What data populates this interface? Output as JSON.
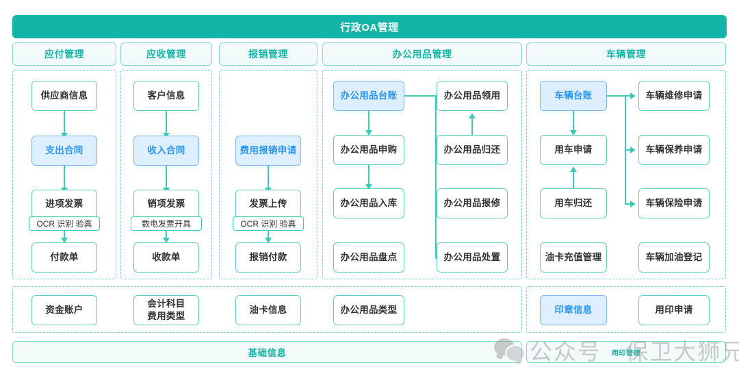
{
  "header": {
    "title": "行政OA管理"
  },
  "columns": [
    {
      "id": "payable",
      "label": "应付管理"
    },
    {
      "id": "receivable",
      "label": "应收管理"
    },
    {
      "id": "expense",
      "label": "报销管理"
    },
    {
      "id": "supplies",
      "label": "办公用品管理"
    },
    {
      "id": "vehicle",
      "label": "车辆管理"
    }
  ],
  "nodes": {
    "payable": [
      {
        "label": "供应商信息",
        "style": "plain"
      },
      {
        "label": "支出合同",
        "style": "blue"
      },
      {
        "label": "进项发票",
        "style": "plain",
        "sub": "OCR 识别 验真"
      },
      {
        "label": "付款单",
        "style": "plain"
      }
    ],
    "receivable": [
      {
        "label": "客户信息",
        "style": "plain"
      },
      {
        "label": "收入合同",
        "style": "blue"
      },
      {
        "label": "销项发票",
        "style": "plain",
        "sub": "数电发票开具"
      },
      {
        "label": "收款单",
        "style": "plain"
      }
    ],
    "expense": [
      {
        "label": "费用报销申请",
        "style": "blue"
      },
      {
        "label": "发票上传",
        "style": "plain",
        "sub": "OCR 识别 验真"
      },
      {
        "label": "报销付款",
        "style": "plain"
      }
    ],
    "supplies_left": [
      {
        "label": "办公用品台账",
        "style": "blue"
      },
      {
        "label": "办公用品申购",
        "style": "plain"
      },
      {
        "label": "办公用品入库",
        "style": "plain"
      },
      {
        "label": "办公用品盘点",
        "style": "plain"
      }
    ],
    "supplies_right": [
      {
        "label": "办公用品领用",
        "style": "plain"
      },
      {
        "label": "办公用品归还",
        "style": "plain"
      },
      {
        "label": "办公用品报修",
        "style": "plain"
      },
      {
        "label": "办公用品处置",
        "style": "plain"
      }
    ],
    "vehicle_left": [
      {
        "label": "车辆台账",
        "style": "blue"
      },
      {
        "label": "用车申请",
        "style": "plain"
      },
      {
        "label": "用车归还",
        "style": "plain"
      },
      {
        "label": "油卡充值管理",
        "style": "plain"
      }
    ],
    "vehicle_right": [
      {
        "label": "车辆维修申请",
        "style": "plain"
      },
      {
        "label": "车辆保养申请",
        "style": "plain"
      },
      {
        "label": "车辆保险申请",
        "style": "plain"
      },
      {
        "label": "车辆加油登记",
        "style": "plain"
      }
    ]
  },
  "basic_row": [
    {
      "label": "资金账户",
      "style": "plain"
    },
    {
      "label": "会计科目\n费用类型",
      "line1": "会计科目",
      "line2": "费用类型",
      "style": "plain"
    },
    {
      "label": "油卡信息",
      "style": "plain"
    },
    {
      "label": "办公用品类型",
      "style": "plain"
    },
    {
      "label": "印章信息",
      "style": "blue"
    },
    {
      "label": "用印申请",
      "style": "plain"
    }
  ],
  "footers": [
    {
      "id": "basic-info",
      "label": "基础信息"
    },
    {
      "id": "seal-mgmt",
      "label": "用印管理"
    }
  ],
  "watermark": {
    "text": "公众号 · 保卫大狮兄"
  },
  "colors": {
    "brand_teal": "#13b5a6",
    "line_teal": "#3dc9b8",
    "border_teal": "#5ccfc4",
    "panel_bg": "#f2fafc",
    "highlight_bg": "#ddeeff",
    "highlight_border": "#7cb9f2",
    "highlight_text": "#2b95f0",
    "text": "#333333"
  }
}
